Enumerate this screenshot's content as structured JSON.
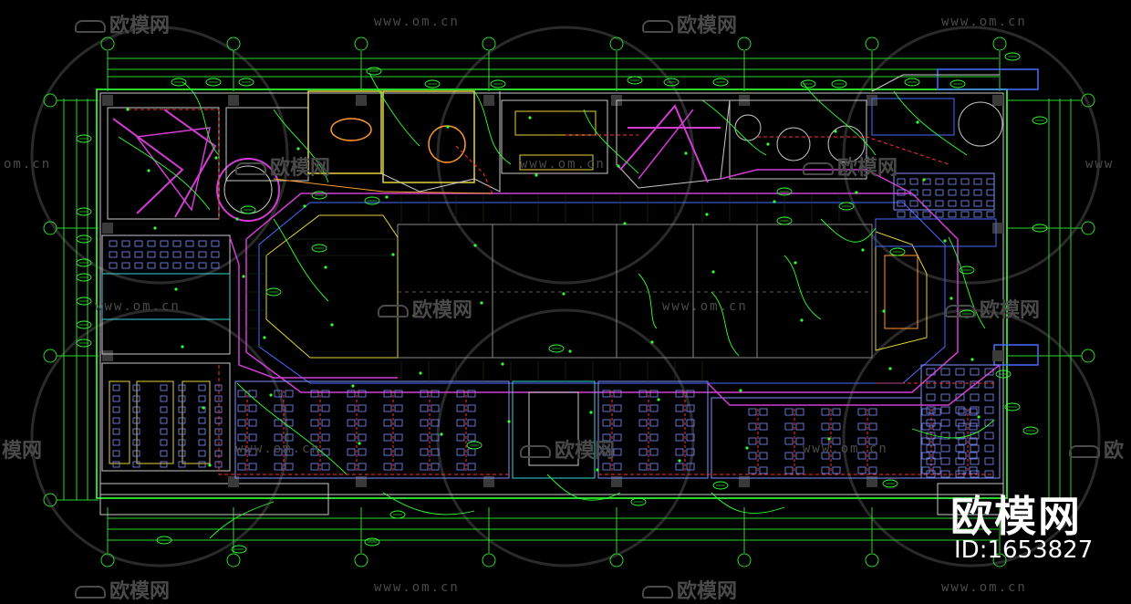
{
  "drawing": {
    "type": "office floor plan lighting/electrical layout (CAD)",
    "colors": {
      "background": "#000000",
      "grid_axis": "#2bd62b",
      "wall": "#c8c8c8",
      "room_magenta": "#d23cd2",
      "room_blue": "#4a6cff",
      "room_yellow": "#e6d23c",
      "cyan": "#36d6d6",
      "red_circuit": "#ff3030",
      "furniture": "#7f8fff",
      "tag_green": "#30ff30"
    }
  },
  "watermarks": {
    "brand_text": "欧模网",
    "url_text": "www.om.cn",
    "partial_url_left": "om.cn",
    "partial_url_right": "www",
    "partial_brand_left": "模网",
    "partial_brand_right": "欧"
  },
  "branding": {
    "title": "欧模网",
    "id_label": "ID:1653827"
  }
}
